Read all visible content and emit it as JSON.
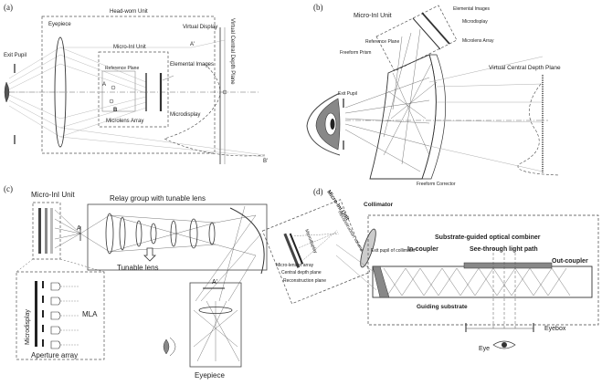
{
  "panel_a": {
    "tag": "(a)",
    "head_worn_unit": "Head-worn Unit",
    "eyepiece": "Eyepiece",
    "micro_inl_unit": "Micro-InI Unit",
    "virtual_display": "Virtual Display",
    "virtual_cdp": "Virtual Central Depth Plane",
    "exit_pupil": "Exit Pupil",
    "reference_plane": "Reference Plane",
    "elemental_images": "Elemental Images",
    "microdisplay": "Microdisplay",
    "microlens_array": "Microlens Array",
    "pt_a_prime": "A'",
    "pt_a": "A",
    "pt_b": "B",
    "pt_b_prime": "B'"
  },
  "panel_b": {
    "tag": "(b)",
    "micro_inl_unit": "Micro-InI Unit",
    "elemental_images": "Elemental Images",
    "microdisplay": "Microdisplay",
    "reference_plane": "Reference Plane",
    "microlens_array": "Microlens Array",
    "freeform_prism": "Freeform Prism",
    "virtual_cdp": "Virtual Central Depth Plane",
    "exit_pupil": "Exit Pupil",
    "freeform_corrector": "Freeform Corrector"
  },
  "panel_c": {
    "tag": "(c)",
    "micro_inl_unit": "Micro-InI Unit",
    "relay_group": "Relay group with tunable lens",
    "pt_a": "A",
    "tunable_lens": "Tunable lens",
    "pt_a_prime": "A'",
    "mla": "MLA",
    "microdisplay": "Microdisplay",
    "aperture_array": "Aperture array",
    "eyepiece": "Eyepiece"
  },
  "panel_d": {
    "tag": "(d)",
    "micro_inl_unit": "Micro-InI Unit",
    "collimator": "Collimator",
    "combiner": "Substrate-guided optical combiner",
    "microdisplay": "Microdisplay",
    "reconstruction_volume": "Reconstruction volume",
    "exit_pupil_collimator": "Exit pupil of collimator",
    "in_coupler": "In-coupler",
    "see_through": "See-through light path",
    "out_coupler": "Out-coupler",
    "micro_lenslet_array": "Micro-lenslet array",
    "central_depth_plane": "Central depth plane",
    "reconstruction_plane": "Reconstruction plane",
    "guiding_substrate": "Guiding substrate",
    "eye": "Eye",
    "eyebox": "Eyebox"
  }
}
